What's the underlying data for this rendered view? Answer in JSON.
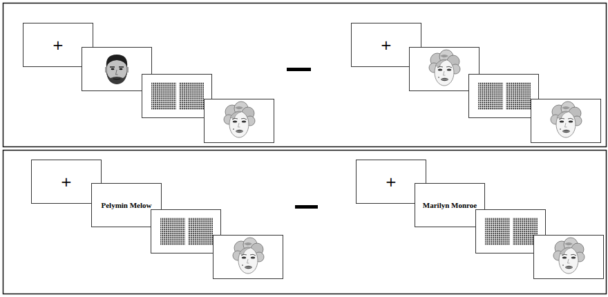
{
  "diagram": {
    "nodes": [
      {
        "text": [
          "+"
        ]
      },
      {
        "text": [
          "+"
        ]
      },
      {
        "text": [
          "+"
        ]
      },
      {
        "text": [
          "Pelymin Melow"
        ]
      },
      {
        "text": [
          "+"
        ]
      },
      {
        "text": [
          "Marilyn Monroe"
        ]
      }
    ]
  }
}
